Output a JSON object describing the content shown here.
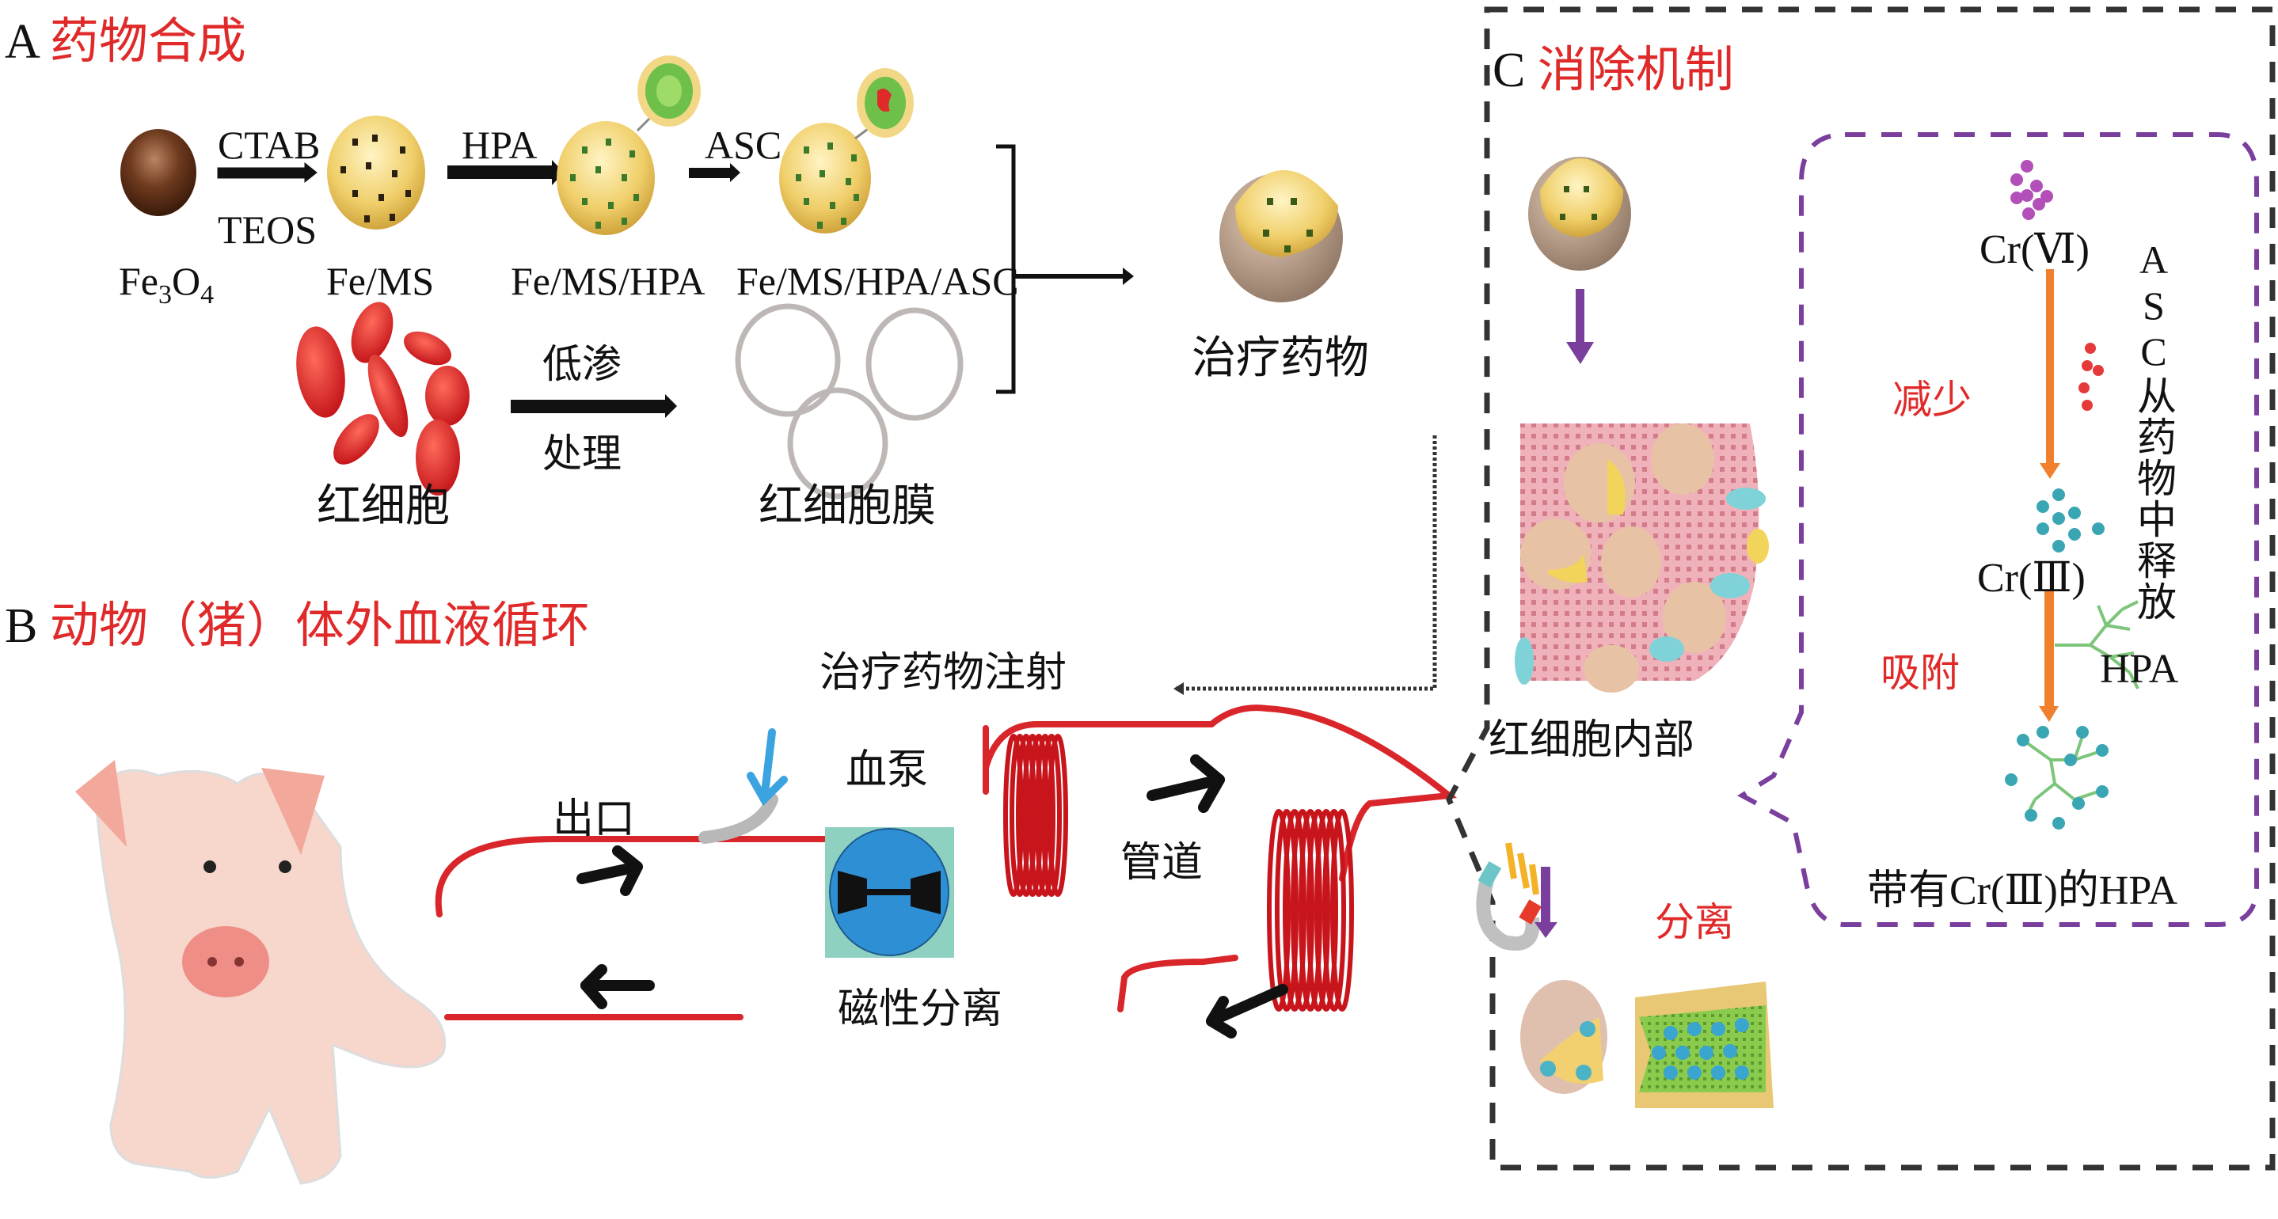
{
  "panels": {
    "A": {
      "letter": "A",
      "title": "药物合成"
    },
    "B": {
      "letter": "B",
      "title": "动物（猪）体外血液循环"
    },
    "C": {
      "letter": "C",
      "title": "消除机制"
    }
  },
  "synthesis": {
    "steps": [
      {
        "product": "Fe₃O₄",
        "product_main": "Fe",
        "product_sub1": "3",
        "product_mid": "O",
        "product_sub2": "4"
      },
      {
        "reagent_top": "CTAB",
        "reagent_bottom": "TEOS",
        "product": "Fe/MS"
      },
      {
        "reagent_top": "HPA",
        "product": "Fe/MS/HPA"
      },
      {
        "reagent_top": "ASC",
        "product": "Fe/MS/HPA/ASC"
      }
    ],
    "rbc_label": "红细胞",
    "treatment_top": "低渗",
    "treatment_bottom": "处理",
    "membrane_label": "红细胞膜",
    "drug_label": "治疗药物"
  },
  "circulation": {
    "injection_label": "治疗药物注射",
    "pump_label": "血泵",
    "outlet_label": "出口",
    "tubing_label": "管道",
    "magnetic_label": "磁性分离"
  },
  "mechanism": {
    "rbc_interior_label": "红细胞内部",
    "separation_label": "分离",
    "cr6_label": "Cr(Ⅵ)",
    "reduce_label": "减少",
    "cr3_label": "Cr(Ⅲ)",
    "adsorb_label": "吸附",
    "hpa_label": "HPA",
    "hpa_cr3_label": "带有Cr(Ⅲ)的HPA",
    "asc_release_label": "ASC从药物中释放"
  },
  "colors": {
    "title_red": "#e02a2a",
    "tube_red": "#d9262b",
    "purple": "#7a3f9d",
    "orange": "#f07f2e",
    "teal": "#3aa6b3",
    "hpa_green": "#7cc57a",
    "pump_blue": "#2f8fd4",
    "pump_bg": "#8fd1c0"
  }
}
